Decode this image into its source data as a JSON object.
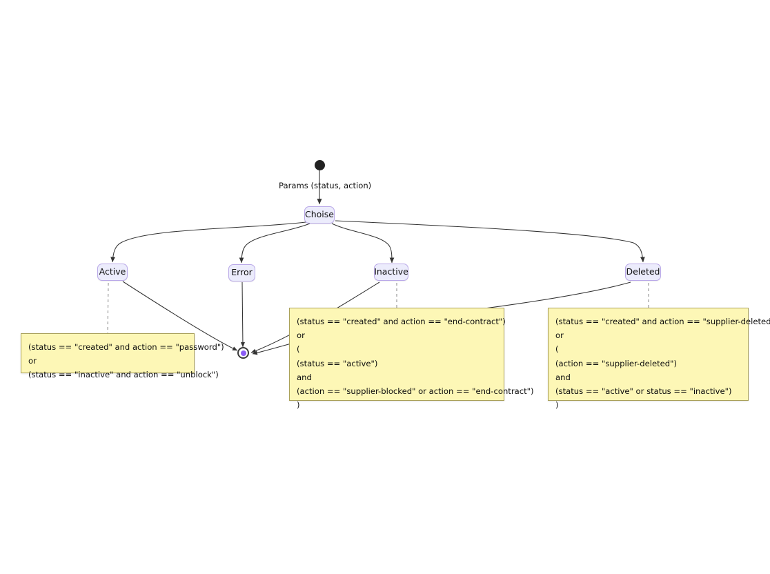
{
  "diagram": {
    "type": "uml-state-diagram",
    "title": "",
    "background_color": "#ffffff",
    "state_fill": "#ececfc",
    "state_border": "#b9a8e8",
    "note_fill": "#fdf7b6",
    "note_border": "#a9a05a",
    "edge_color": "#333333",
    "end_node_color": "#8b5cf6"
  },
  "nodes": {
    "start": {
      "name": "start",
      "kind": "initial"
    },
    "choise": {
      "label": "Choise",
      "kind": "state"
    },
    "active": {
      "label": "Active",
      "kind": "state"
    },
    "error": {
      "label": "Error",
      "kind": "state"
    },
    "inactive": {
      "label": "Inactive",
      "kind": "state"
    },
    "deleted": {
      "label": "Deleted",
      "kind": "state"
    },
    "end": {
      "name": "end",
      "kind": "final"
    }
  },
  "edges": [
    {
      "from": "start",
      "to": "choise",
      "label": "Params (status, action)",
      "style": "solid"
    },
    {
      "from": "choise",
      "to": "active",
      "label": "",
      "style": "solid"
    },
    {
      "from": "choise",
      "to": "error",
      "label": "",
      "style": "solid"
    },
    {
      "from": "choise",
      "to": "inactive",
      "label": "",
      "style": "solid"
    },
    {
      "from": "choise",
      "to": "deleted",
      "label": "",
      "style": "solid"
    },
    {
      "from": "active",
      "to": "end",
      "label": "",
      "style": "solid"
    },
    {
      "from": "error",
      "to": "end",
      "label": "",
      "style": "solid"
    },
    {
      "from": "inactive",
      "to": "end",
      "label": "",
      "style": "solid"
    },
    {
      "from": "deleted",
      "to": "end",
      "label": "",
      "style": "solid"
    }
  ],
  "labels": {
    "params": "Params (status, action)"
  },
  "notes": [
    {
      "id": "note-active",
      "attached_to": "active",
      "text": "(status == \"created\" and action == \"password\")\nor\n(status == \"inactive\" and action == \"unblock\")"
    },
    {
      "id": "note-inactive",
      "attached_to": "inactive",
      "text": "(status == \"created\" and action == \"end-contract\")\nor\n(\n(status == \"active\")\nand\n(action == \"supplier-blocked\" or action == \"end-contract\")\n)"
    },
    {
      "id": "note-deleted",
      "attached_to": "deleted",
      "text": "(status == \"created\" and action == \"supplier-deleted\")\nor\n(\n(action == \"supplier-deleted\")\nand\n(status == \"active\" or status == \"inactive\")\n)"
    }
  ]
}
